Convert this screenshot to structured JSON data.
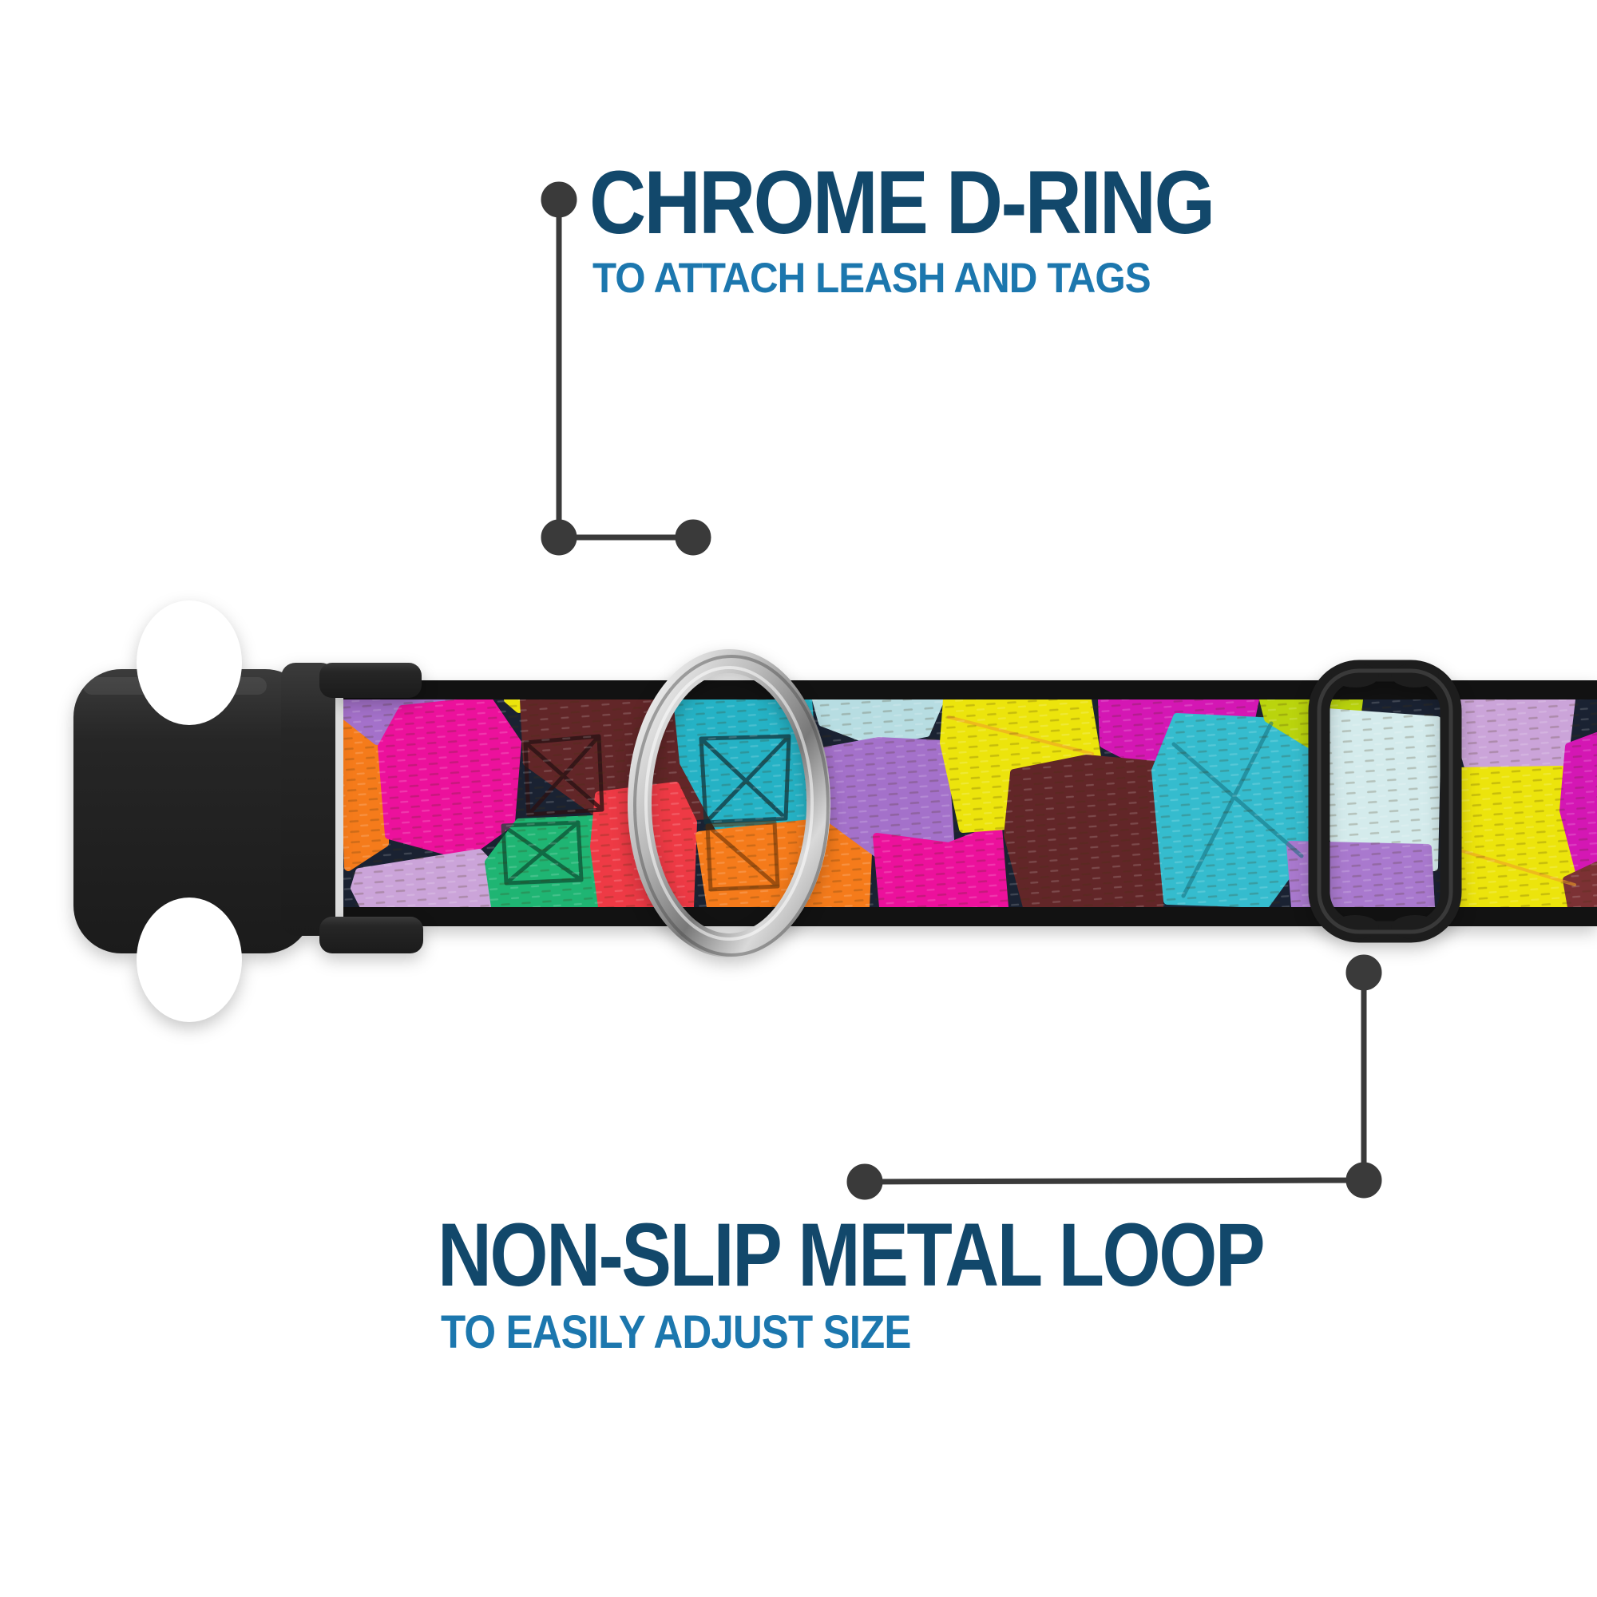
{
  "image_type": "product infographic",
  "product": {
    "name": "adjustable dog collar",
    "pattern": "stained glass mosaic webbing",
    "parts": [
      "side-release buckle",
      "chrome d-ring",
      "non-slip metal loop"
    ]
  },
  "callouts": {
    "top": {
      "title": "CHROME D-RING",
      "subtitle": "TO ATTACH LEASH AND TAGS",
      "line_points": "700,250 700,673 868,673"
    },
    "bottom": {
      "title": "NON-SLIP METAL LOOP",
      "subtitle": "TO EASILY ADJUST SIZE",
      "line_points": "1708,1218 1708,1478 1083,1480"
    }
  },
  "colors": {
    "background": "#ffffff",
    "title": "#12486b",
    "subtitle": "#1c77ae",
    "callout_line": "#3a3a3a",
    "buckle": "#262626",
    "metal_loop": "#1d1d1d",
    "chrome_light": "#f2f2f2",
    "chrome_dark": "#6e6e6e",
    "webbing_border": "#121212",
    "webbing_gap": "#1a2232",
    "mosaic_palette": [
      "#f57b1b",
      "#a471ca",
      "#ec119c",
      "#cba4d9",
      "#1fb573",
      "#622628",
      "#ee3a45",
      "#25b2c5",
      "#b7dde2",
      "#ece40c",
      "#d417b4",
      "#bad40d",
      "#d4ebec",
      "#7c3134"
    ]
  }
}
